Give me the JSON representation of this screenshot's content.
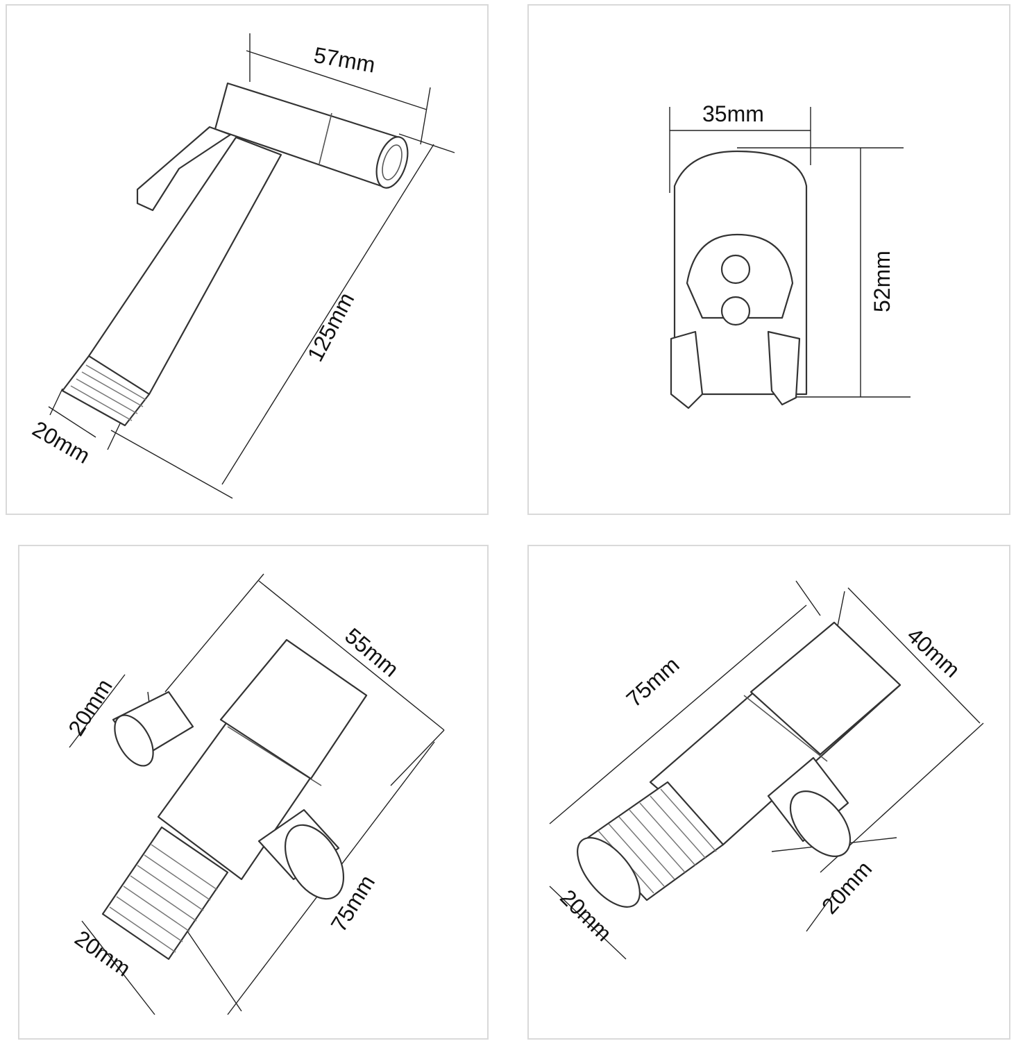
{
  "panels": [
    {
      "title": "",
      "labels": {
        "width": "57mm",
        "length": "125mm",
        "thread": "20mm"
      }
    },
    {
      "title": "",
      "labels": {
        "width": "35mm",
        "height": "52mm"
      }
    },
    {
      "title": "",
      "labels": {
        "width": "55mm",
        "length": "75mm",
        "thread_left": "20mm",
        "thread_bottom": "20mm"
      }
    },
    {
      "title": "",
      "labels": {
        "length": "75mm",
        "width": "40mm",
        "thread_left": "20mm",
        "thread_right": "20mm"
      }
    }
  ]
}
